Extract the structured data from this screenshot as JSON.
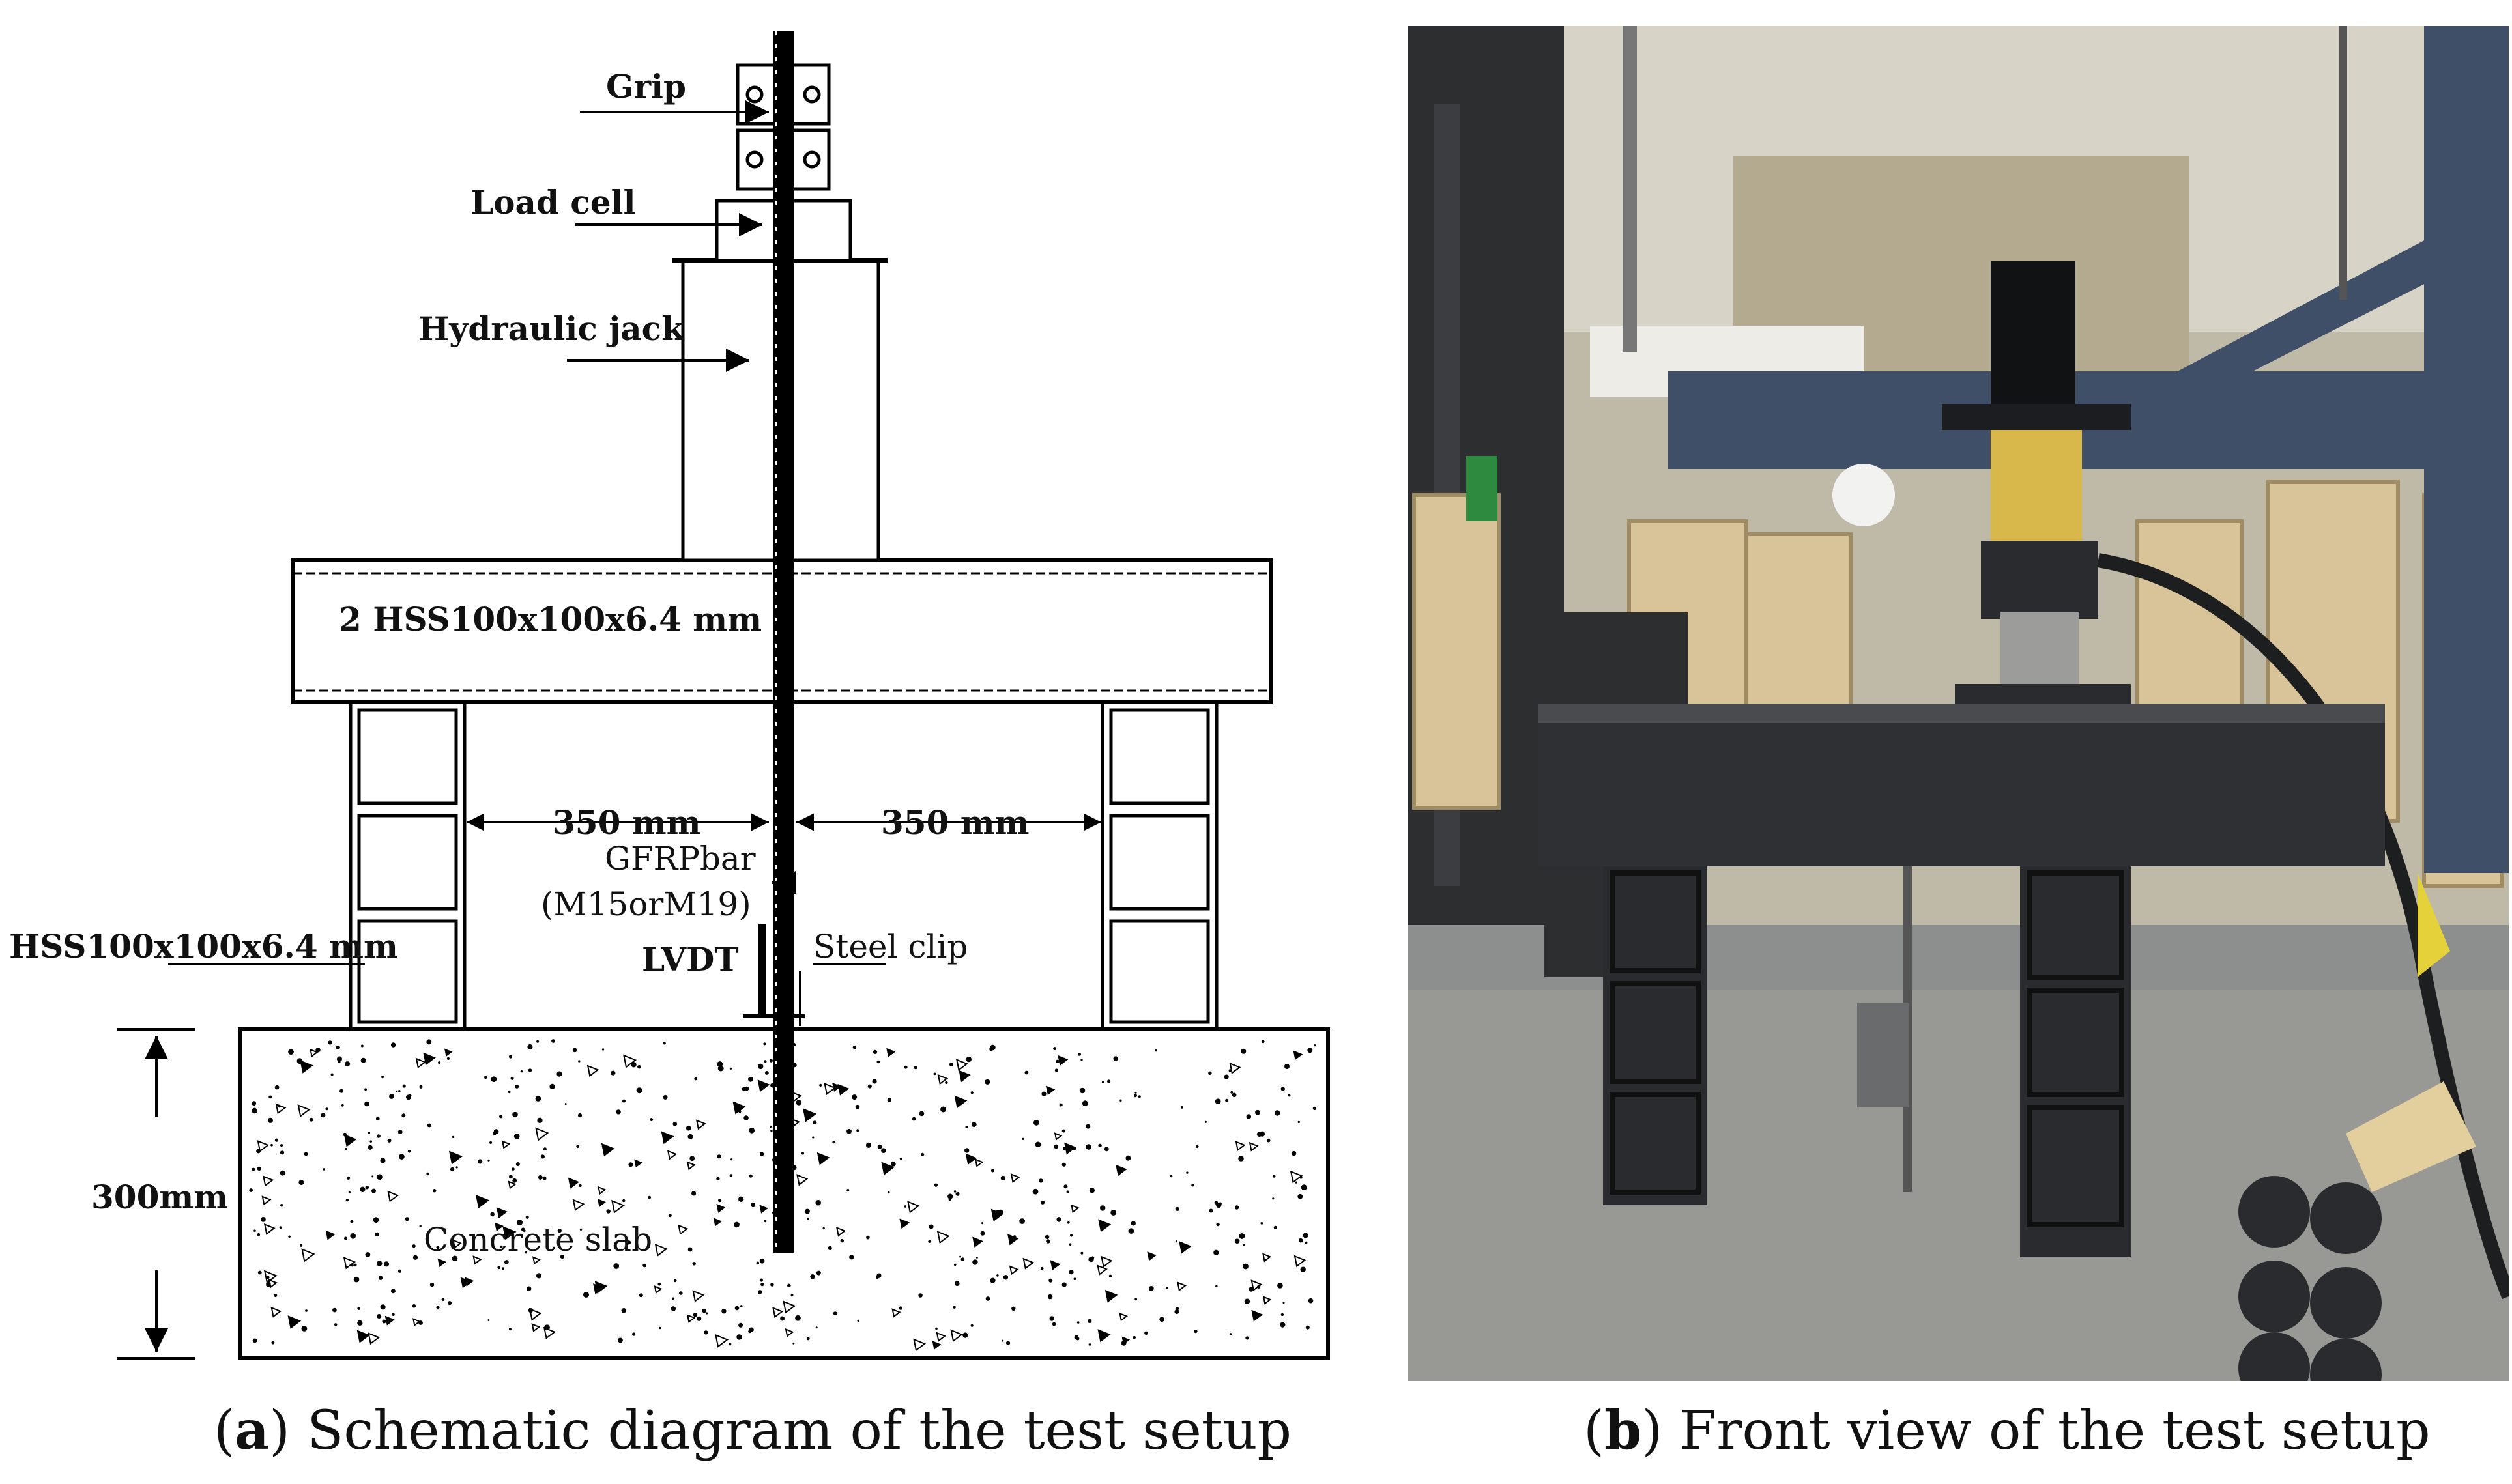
{
  "panel_a": {
    "labels": {
      "grip": "Grip",
      "load_cell": "Load cell",
      "hydraulic_jack": "Hydraulic jack",
      "beam": "2 HSS100x100x6.4 mm",
      "left_span": "350 mm",
      "right_span": "350 mm",
      "gfrp_bar_line1": "GFRPbar",
      "gfrp_bar_line2": "(M15orM19)",
      "lvdt": "LVDT",
      "steel_clip": "Steel clip",
      "support": "HSS100x100x6.4 mm",
      "slab_thickness": "300mm",
      "concrete_slab": "Concrete slab"
    },
    "caption": {
      "letter": "a",
      "text": " Schematic diagram of the test setup"
    }
  },
  "panel_b": {
    "caption": {
      "letter": "b",
      "text": " Front view of the test setup"
    }
  },
  "colors": {
    "line": "#000000",
    "label": "#111111",
    "beam_blue": "#3f4f68",
    "floor": "#8d8f8e",
    "wood": "#d9c49a",
    "steel_dark": "#2a2b2e",
    "red_plate": "#8e2424",
    "yellow_jack": "#d8b84a"
  }
}
